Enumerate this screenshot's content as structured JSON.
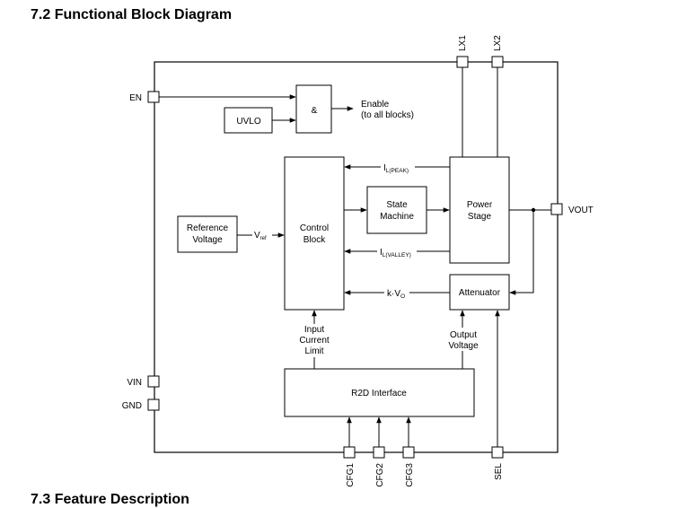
{
  "heading": "7.2 Functional Block Diagram",
  "next_heading": "7.3 Feature Description",
  "pins": {
    "en": "EN",
    "vin": "VIN",
    "gnd": "GND",
    "lx1": "LX1",
    "lx2": "LX2",
    "vout": "VOUT",
    "cfg1": "CFG1",
    "cfg2": "CFG2",
    "cfg3": "CFG3",
    "sel": "SEL"
  },
  "blocks": {
    "and_gate": "&",
    "uvlo": "UVLO",
    "reference_voltage": [
      "Reference",
      "Voltage"
    ],
    "control_block": [
      "Control",
      "Block"
    ],
    "state_machine": [
      "State",
      "Machine"
    ],
    "power_stage": [
      "Power",
      "Stage"
    ],
    "attenuator": "Attenuator",
    "r2d_interface": "R2D Interface"
  },
  "signals": {
    "enable": [
      "Enable",
      "(to all blocks)"
    ],
    "vref_main": "V",
    "vref_sub": "ref",
    "il_peak_main": "I",
    "il_peak_sub": "L(PEAK)",
    "il_valley_main": "I",
    "il_valley_sub": "L(VALLEY)",
    "kvo_main": "k·V",
    "kvo_sub": "O",
    "input_current_limit": [
      "Input",
      "Current",
      "Limit"
    ],
    "output_voltage": [
      "Output",
      "Voltage"
    ]
  }
}
